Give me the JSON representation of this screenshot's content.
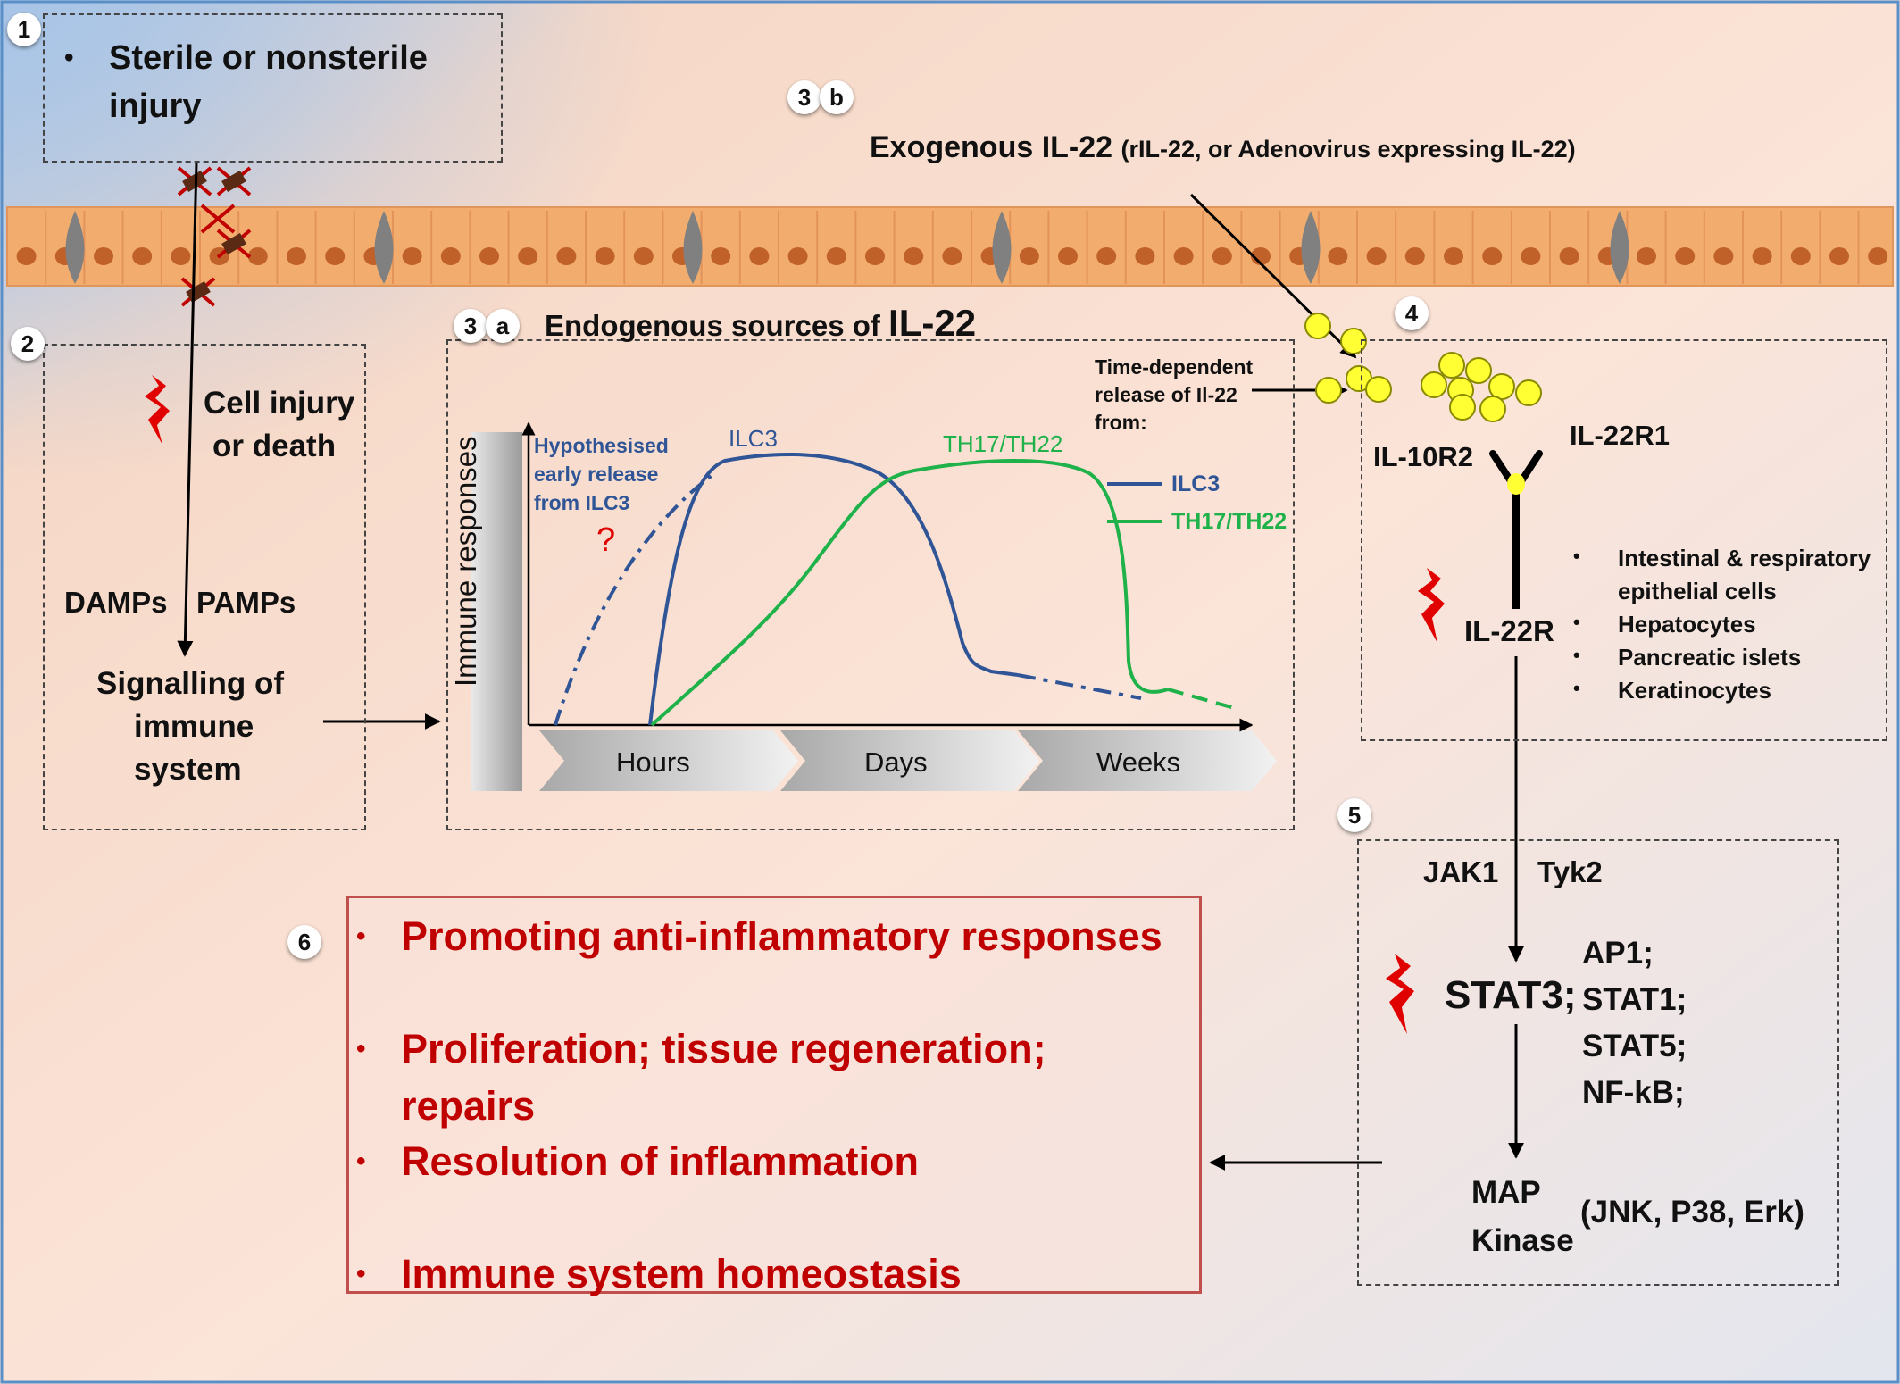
{
  "step_numbers": [
    "1",
    "2",
    "3",
    "b",
    "3",
    "a",
    "4",
    "5",
    "6"
  ],
  "step1": {
    "bullet": "•",
    "line1": "Sterile or nonsterile",
    "line2": "injury"
  },
  "step2": {
    "injury_line1": "Cell injury",
    "injury_line2": "or death",
    "damps": "DAMPs",
    "pamps": "PAMPs",
    "sig1": "Signalling of",
    "sig2": "immune",
    "sig3": "system"
  },
  "step3a": {
    "title_prefix": "Endogenous sources of ",
    "title_emph": "IL-22"
  },
  "step3b": {
    "title_main": "Exogenous IL-22 ",
    "title_sub": "(rIL-22, or Adenovirus expressing IL-22)"
  },
  "time_release": {
    "line1": "Time-dependent",
    "line2": "release of Il-22",
    "line3": "from:"
  },
  "chart_data": {
    "type": "line",
    "ylabel": "Immune responses",
    "x_phases": [
      "Hours",
      "Days",
      "Weeks"
    ],
    "hypothesis": {
      "line1": "Hypothesised",
      "line2": "early release",
      "line3": "from ILC3",
      "mark": "?"
    },
    "series": [
      {
        "name": "ILC3",
        "color": "#2f5597"
      },
      {
        "name": "TH17/TH22",
        "color": "#1fb24a"
      }
    ],
    "curve_labels": {
      "ilc3": "ILC3",
      "th": "TH17/TH22"
    }
  },
  "receptor": {
    "il10r2": "IL-10R2",
    "il22r1": "IL-22R1",
    "il22r": "IL-22R",
    "bullet": "•",
    "cells": [
      "Intestinal & respiratory",
      "epithelial cells",
      "Hepatocytes",
      "Pancreatic islets",
      "Keratinocytes"
    ]
  },
  "signalling": {
    "jak1": "JAK1",
    "tyk2": "Tyk2",
    "stat3": "STAT3;",
    "others": [
      "AP1;",
      "STAT1;",
      "STAT5;",
      "NF-kB;"
    ],
    "map1": "MAP",
    "map2": "Kinase",
    "map_sub": "(JNK, P38, Erk)"
  },
  "outcomes": {
    "bullet": "•",
    "items": [
      "Promoting anti-inflammatory responses",
      "Proliferation; tissue regeneration;",
      "repairs",
      "Resolution of inflammation",
      "Immune system homeostasis"
    ]
  },
  "colors": {
    "ilc3": "#2f5597",
    "th": "#1fb24a",
    "outcome_text": "#c00000",
    "outcome_border": "#c0504d",
    "epithelium": "#f2ad6e",
    "nucleus": "#c0612a",
    "il22_ball": "#ffff33"
  }
}
